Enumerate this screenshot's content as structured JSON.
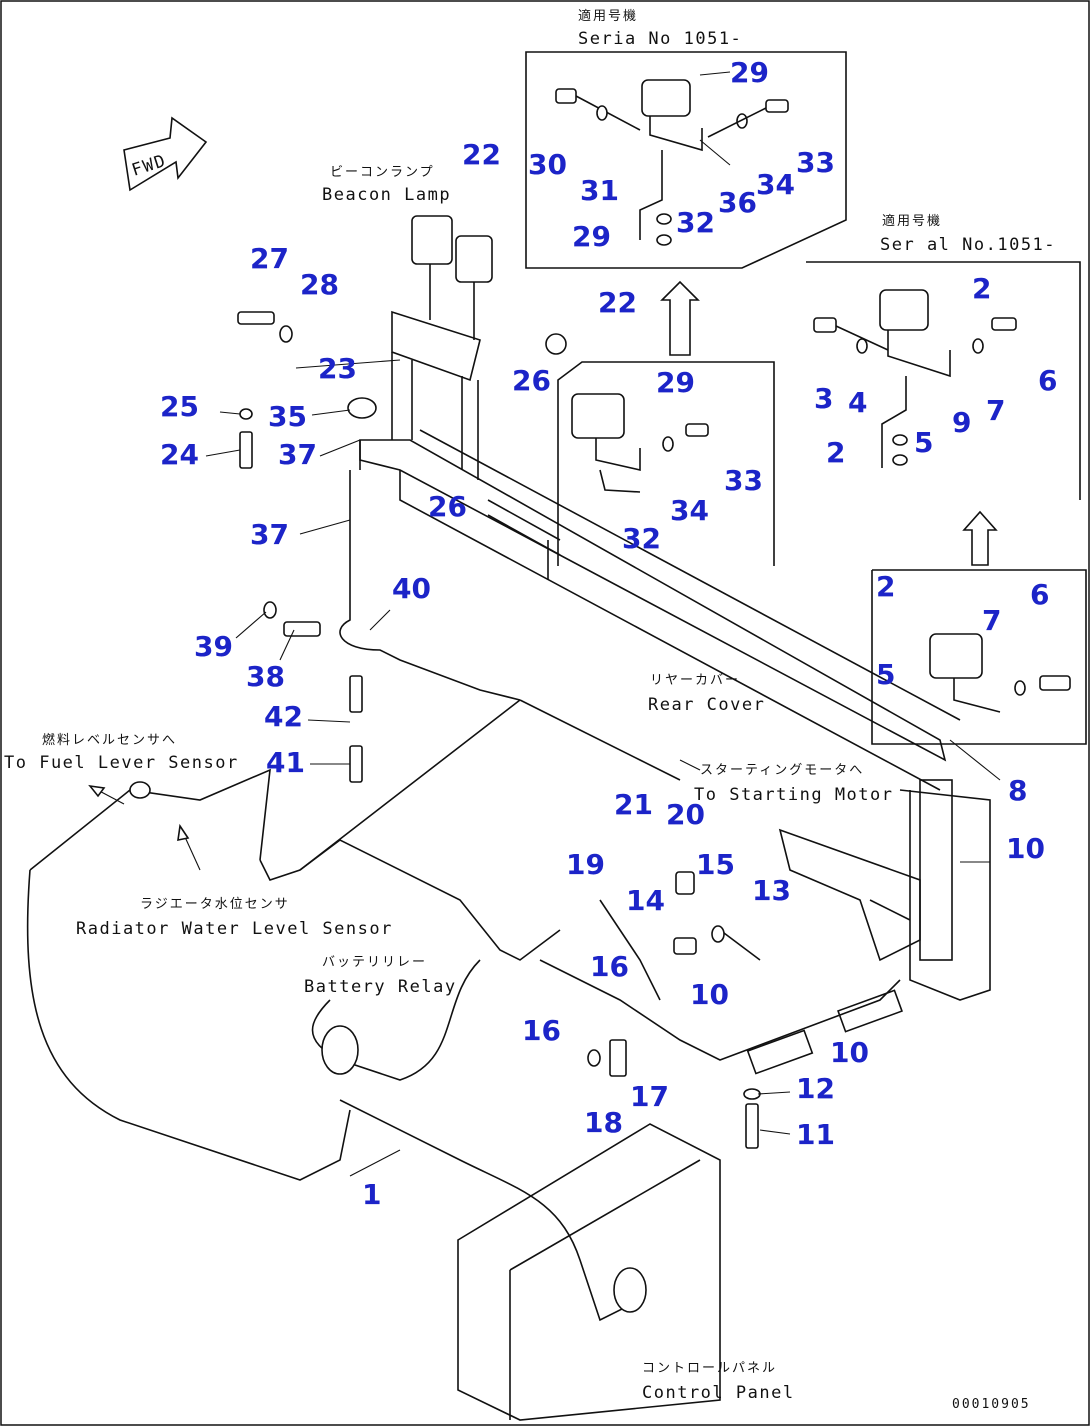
{
  "top_serial": {
    "jp": "適用号機",
    "en": "Seria  No 1051-"
  },
  "right_serial": {
    "jp": "適用号機",
    "en": "Ser al No.1051-"
  },
  "fwd": "FWD",
  "labels": {
    "beacon_jp": "ビーコンランプ",
    "beacon_en": "Beacon Lamp",
    "rear_cover_jp": "リヤーカバー",
    "rear_cover_en": "Rear Cover",
    "starting_jp": "スターティングモータへ",
    "starting_en": "To Starting Motor",
    "fuel_jp": "燃料レベルセンサへ",
    "fuel_en": "To Fuel Lever Sensor",
    "radiator_jp": "ラジエータ水位センサ",
    "radiator_en": "Radiator Water Level Sensor",
    "battery_jp": "バッテリリレー",
    "battery_en": "Battery Relay",
    "control_jp": "コントロールパネル",
    "control_en": "Control Panel"
  },
  "part_numbers": {
    "p29a": "29",
    "p30": "30",
    "p31": "31",
    "p32a": "32",
    "p36": "36",
    "p34a": "34",
    "p33a": "33",
    "p29b": "29",
    "p22a": "22",
    "p27": "27",
    "p28": "28",
    "p23": "23",
    "p26a": "26",
    "p22b": "22",
    "p25": "25",
    "p35": "35",
    "p24": "24",
    "p37a": "37",
    "p26b": "26",
    "p37b": "37",
    "p29c": "29",
    "p34b": "34",
    "p33b": "33",
    "p32b": "32",
    "p2a": "2",
    "p3": "3",
    "p4": "4",
    "p9": "9",
    "p7a": "7",
    "p6a": "6",
    "p2b": "2",
    "p5a": "5",
    "p2c": "2",
    "p7b": "7",
    "p6b": "6",
    "p5b": "5",
    "p8": "8",
    "p40": "40",
    "p39": "39",
    "p38": "38",
    "p42": "42",
    "p41": "41",
    "p21": "21",
    "p20": "20",
    "p15": "15",
    "p19": "19",
    "p14": "14",
    "p13": "13",
    "p16a": "16",
    "p10a": "10",
    "p10b": "10",
    "p10c": "10",
    "p16b": "16",
    "p17": "17",
    "p18": "18",
    "p12": "12",
    "p11": "11",
    "p1": "1"
  },
  "drawing_no": "00010905"
}
